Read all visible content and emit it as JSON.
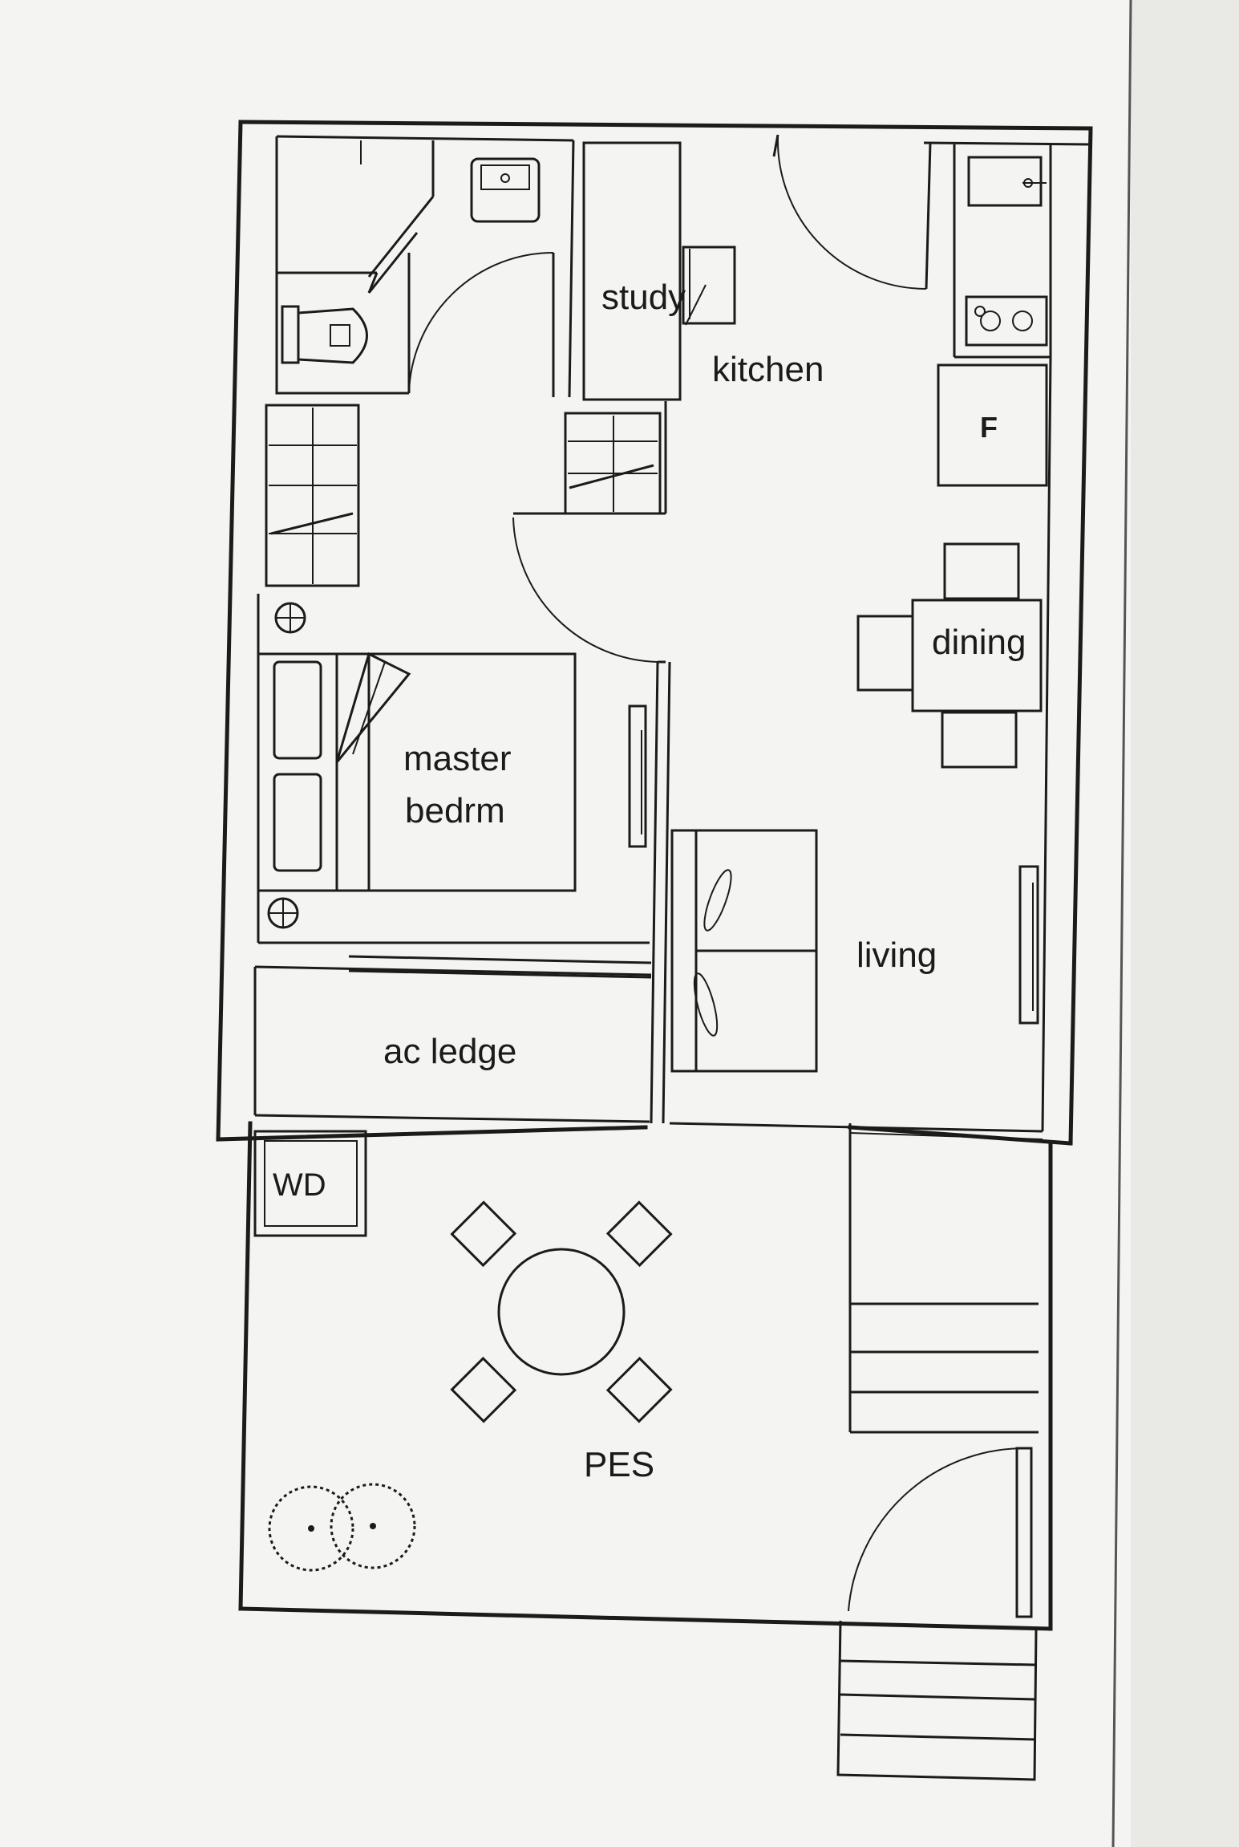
{
  "rooms": {
    "study": "study",
    "kitchen": "kitchen",
    "fridge": "F",
    "dining": "dining",
    "master_line1": "master",
    "master_line2": "bedrm",
    "living": "living",
    "ac_ledge": "ac ledge",
    "washer_dryer": "WD",
    "pes": "PES"
  },
  "colors": {
    "paper": "#f4f4f2",
    "background": "#e9e9e6",
    "ink": "#1b1b1b"
  },
  "icons": [
    "sink-icon",
    "toilet-icon",
    "stove-icon",
    "shrub-icon"
  ]
}
